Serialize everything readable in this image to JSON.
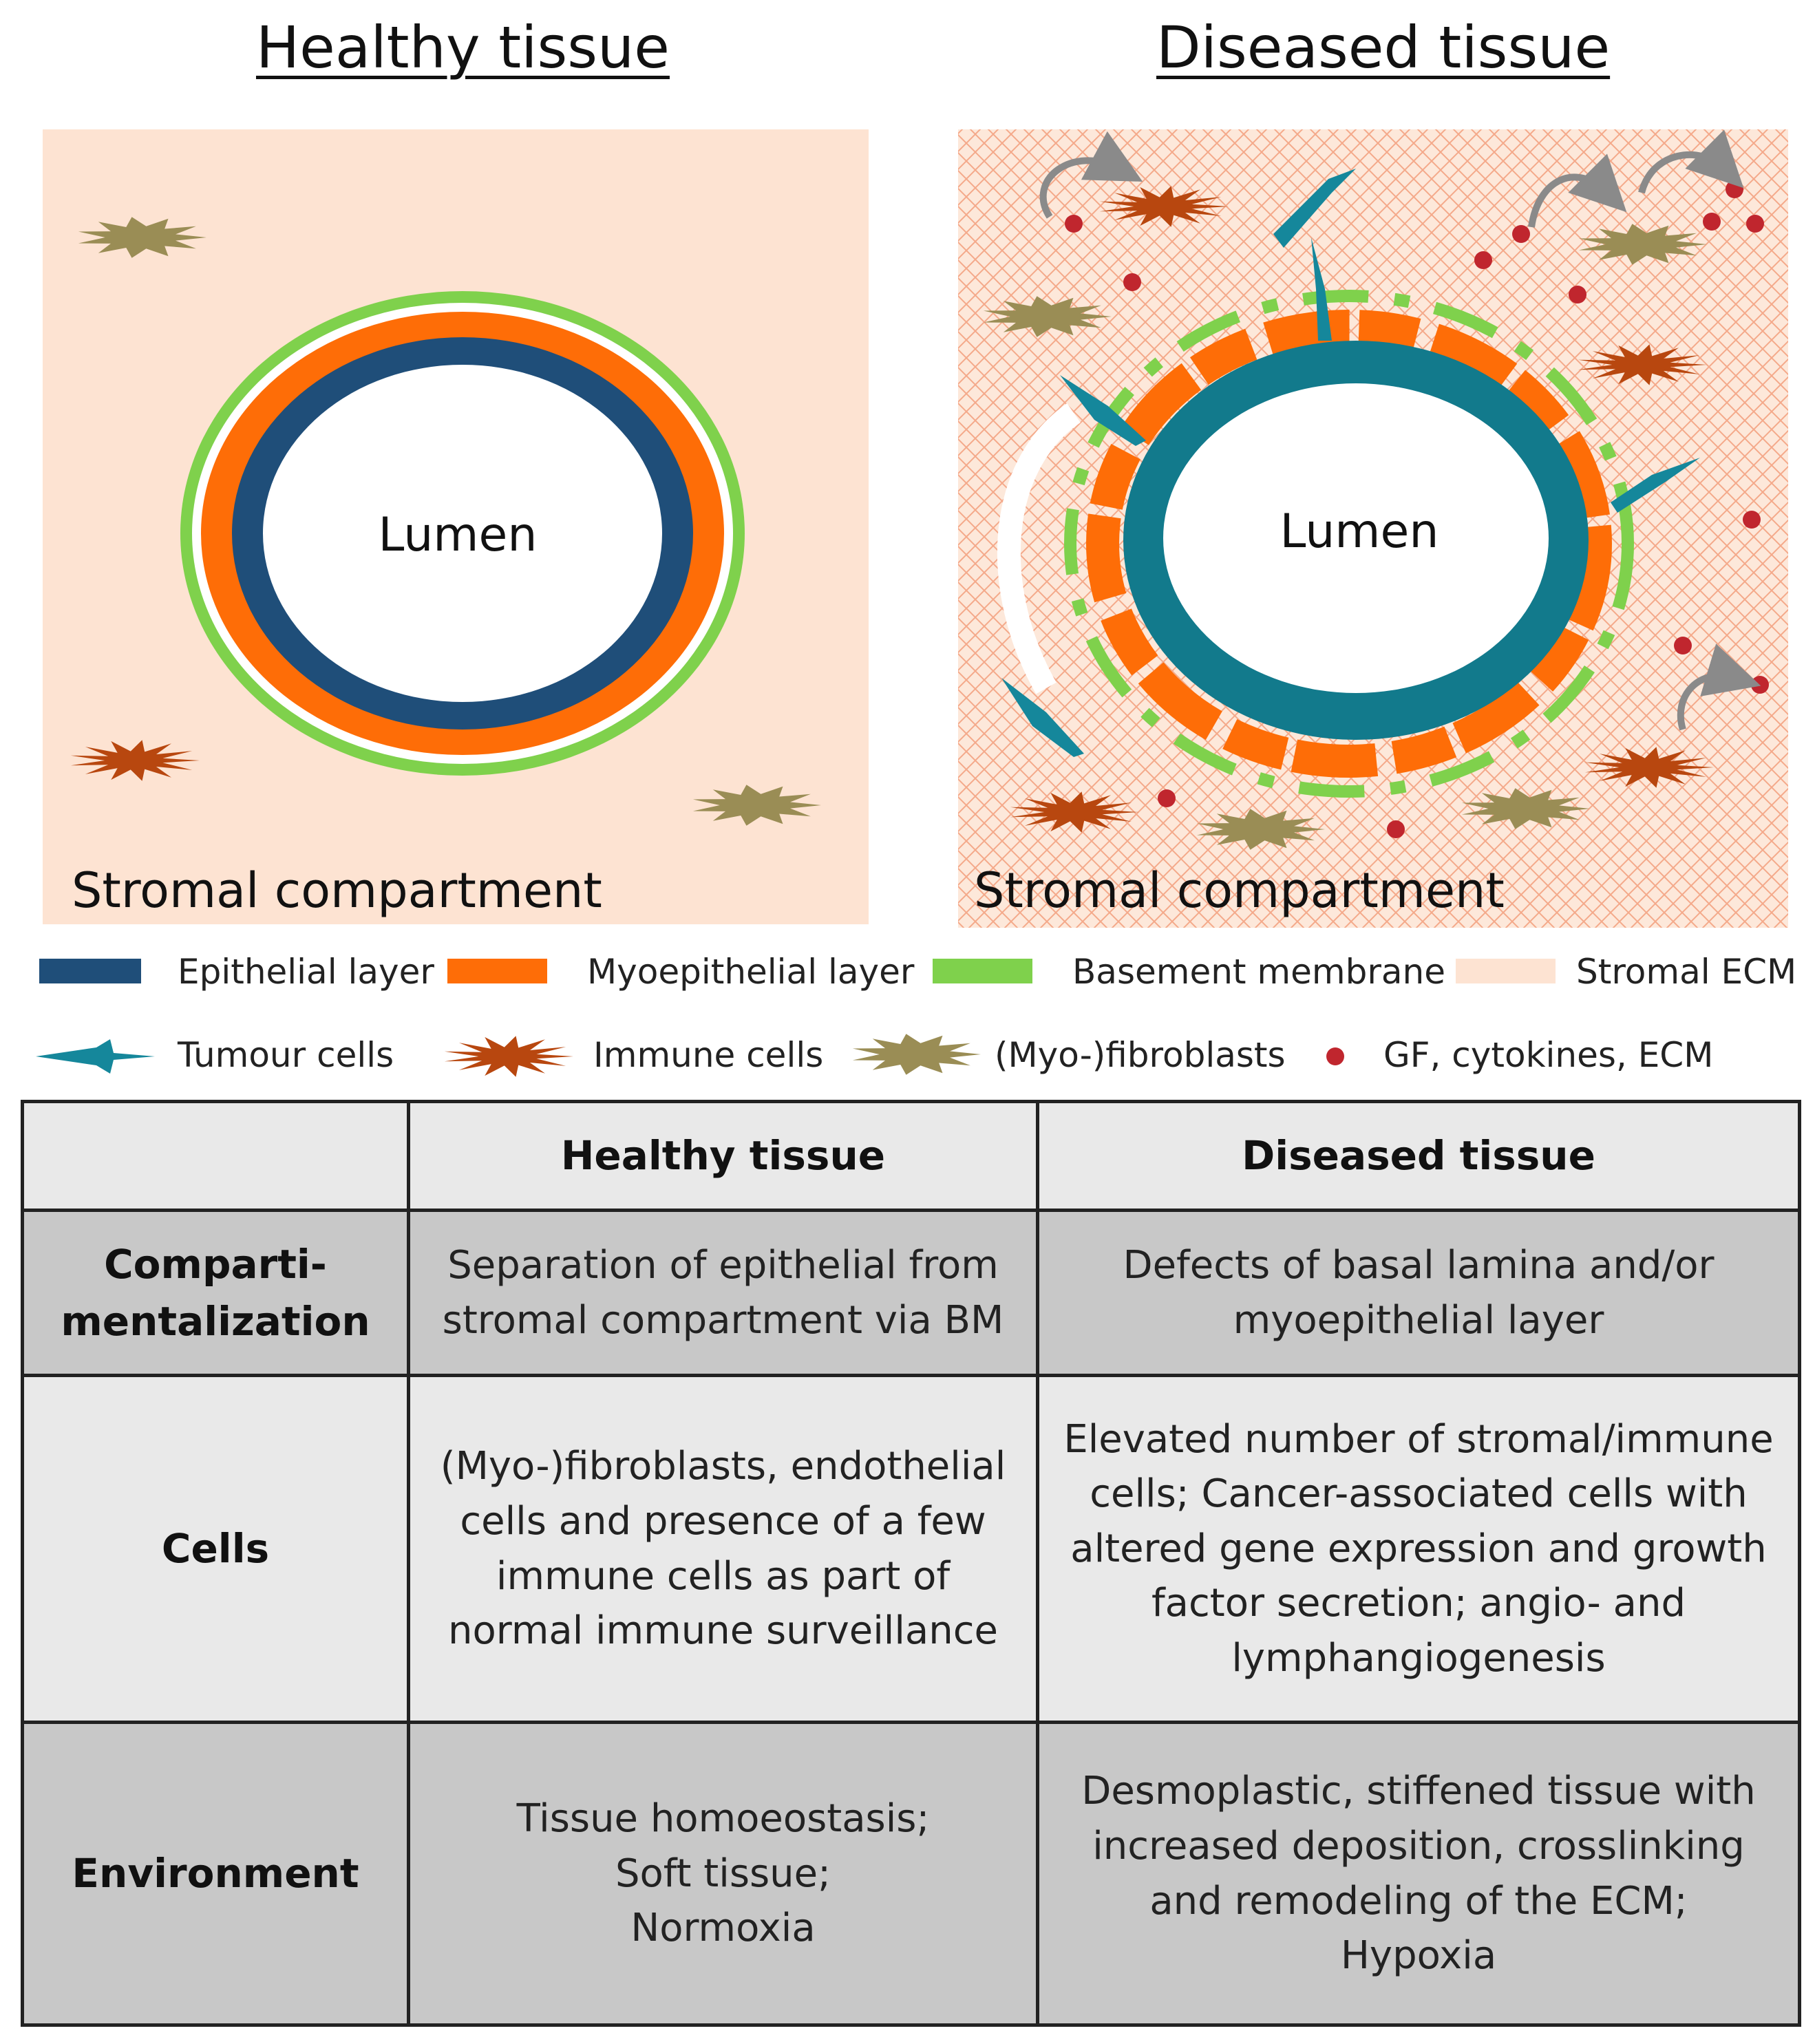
{
  "titles": {
    "healthy": "Healthy tissue",
    "diseased": "Diseased tissue"
  },
  "diagram": {
    "lumen_label": "Lumen",
    "stroma_label": "Stromal compartment"
  },
  "colors": {
    "epithelial_healthy": "#1f4e79",
    "epithelial_diseased": "#127a8c",
    "myoepithelial": "#fe6d07",
    "basement_membrane": "#7fd14c",
    "stromal_ecm": "#fde3d2",
    "tumour_cells": "#15879b",
    "immune_cells": "#b8470f",
    "fibroblasts": "#9a8d55",
    "gf_dots": "#c0262e",
    "arrows": "#8a8a8a"
  },
  "legend": {
    "row1": [
      {
        "icon": "epithelial-swatch",
        "label": "Epithelial layer"
      },
      {
        "icon": "myoepithelial-swatch",
        "label": "Myoepithelial layer"
      },
      {
        "icon": "basement-membrane-swatch",
        "label": "Basement membrane"
      },
      {
        "icon": "stromal-ecm-swatch",
        "label": "Stromal ECM"
      }
    ],
    "row2": [
      {
        "icon": "tumour-cell-icon",
        "label": "Tumour cells"
      },
      {
        "icon": "immune-cell-icon",
        "label": "Immune cells"
      },
      {
        "icon": "fibroblast-icon",
        "label": "(Myo-)fibroblasts"
      },
      {
        "icon": "gf-dot-icon",
        "label": "GF, cytokines, ECM"
      }
    ]
  },
  "table": {
    "columns": [
      "",
      "Healthy tissue",
      "Diseased tissue"
    ],
    "rows": [
      {
        "header": "Comparti-\nmentalization",
        "healthy": "Separation of epithelial  from\nstromal compartment via BM",
        "diseased": "Defects of basal lamina and/or\nmyoepithelial  layer"
      },
      {
        "header": "Cells",
        "healthy": "(Myo-)fibroblasts, endothelial\ncells and presence of a few\nimmune cells as part of\nnormal immune surveillance",
        "diseased": "Elevated number of stromal/immune\ncells; Cancer-associated cells with\naltered gene expression and growth\nfactor secretion; angio- and\nlymphangiogenesis"
      },
      {
        "header": "Environment",
        "healthy": "Tissue homoeostasis;\nSoft tissue;\nNormoxia",
        "diseased": "Desmoplastic, stiffened tissue with\nincreased deposition, crosslinking\nand remodeling of the ECM;\nHypoxia"
      }
    ]
  }
}
